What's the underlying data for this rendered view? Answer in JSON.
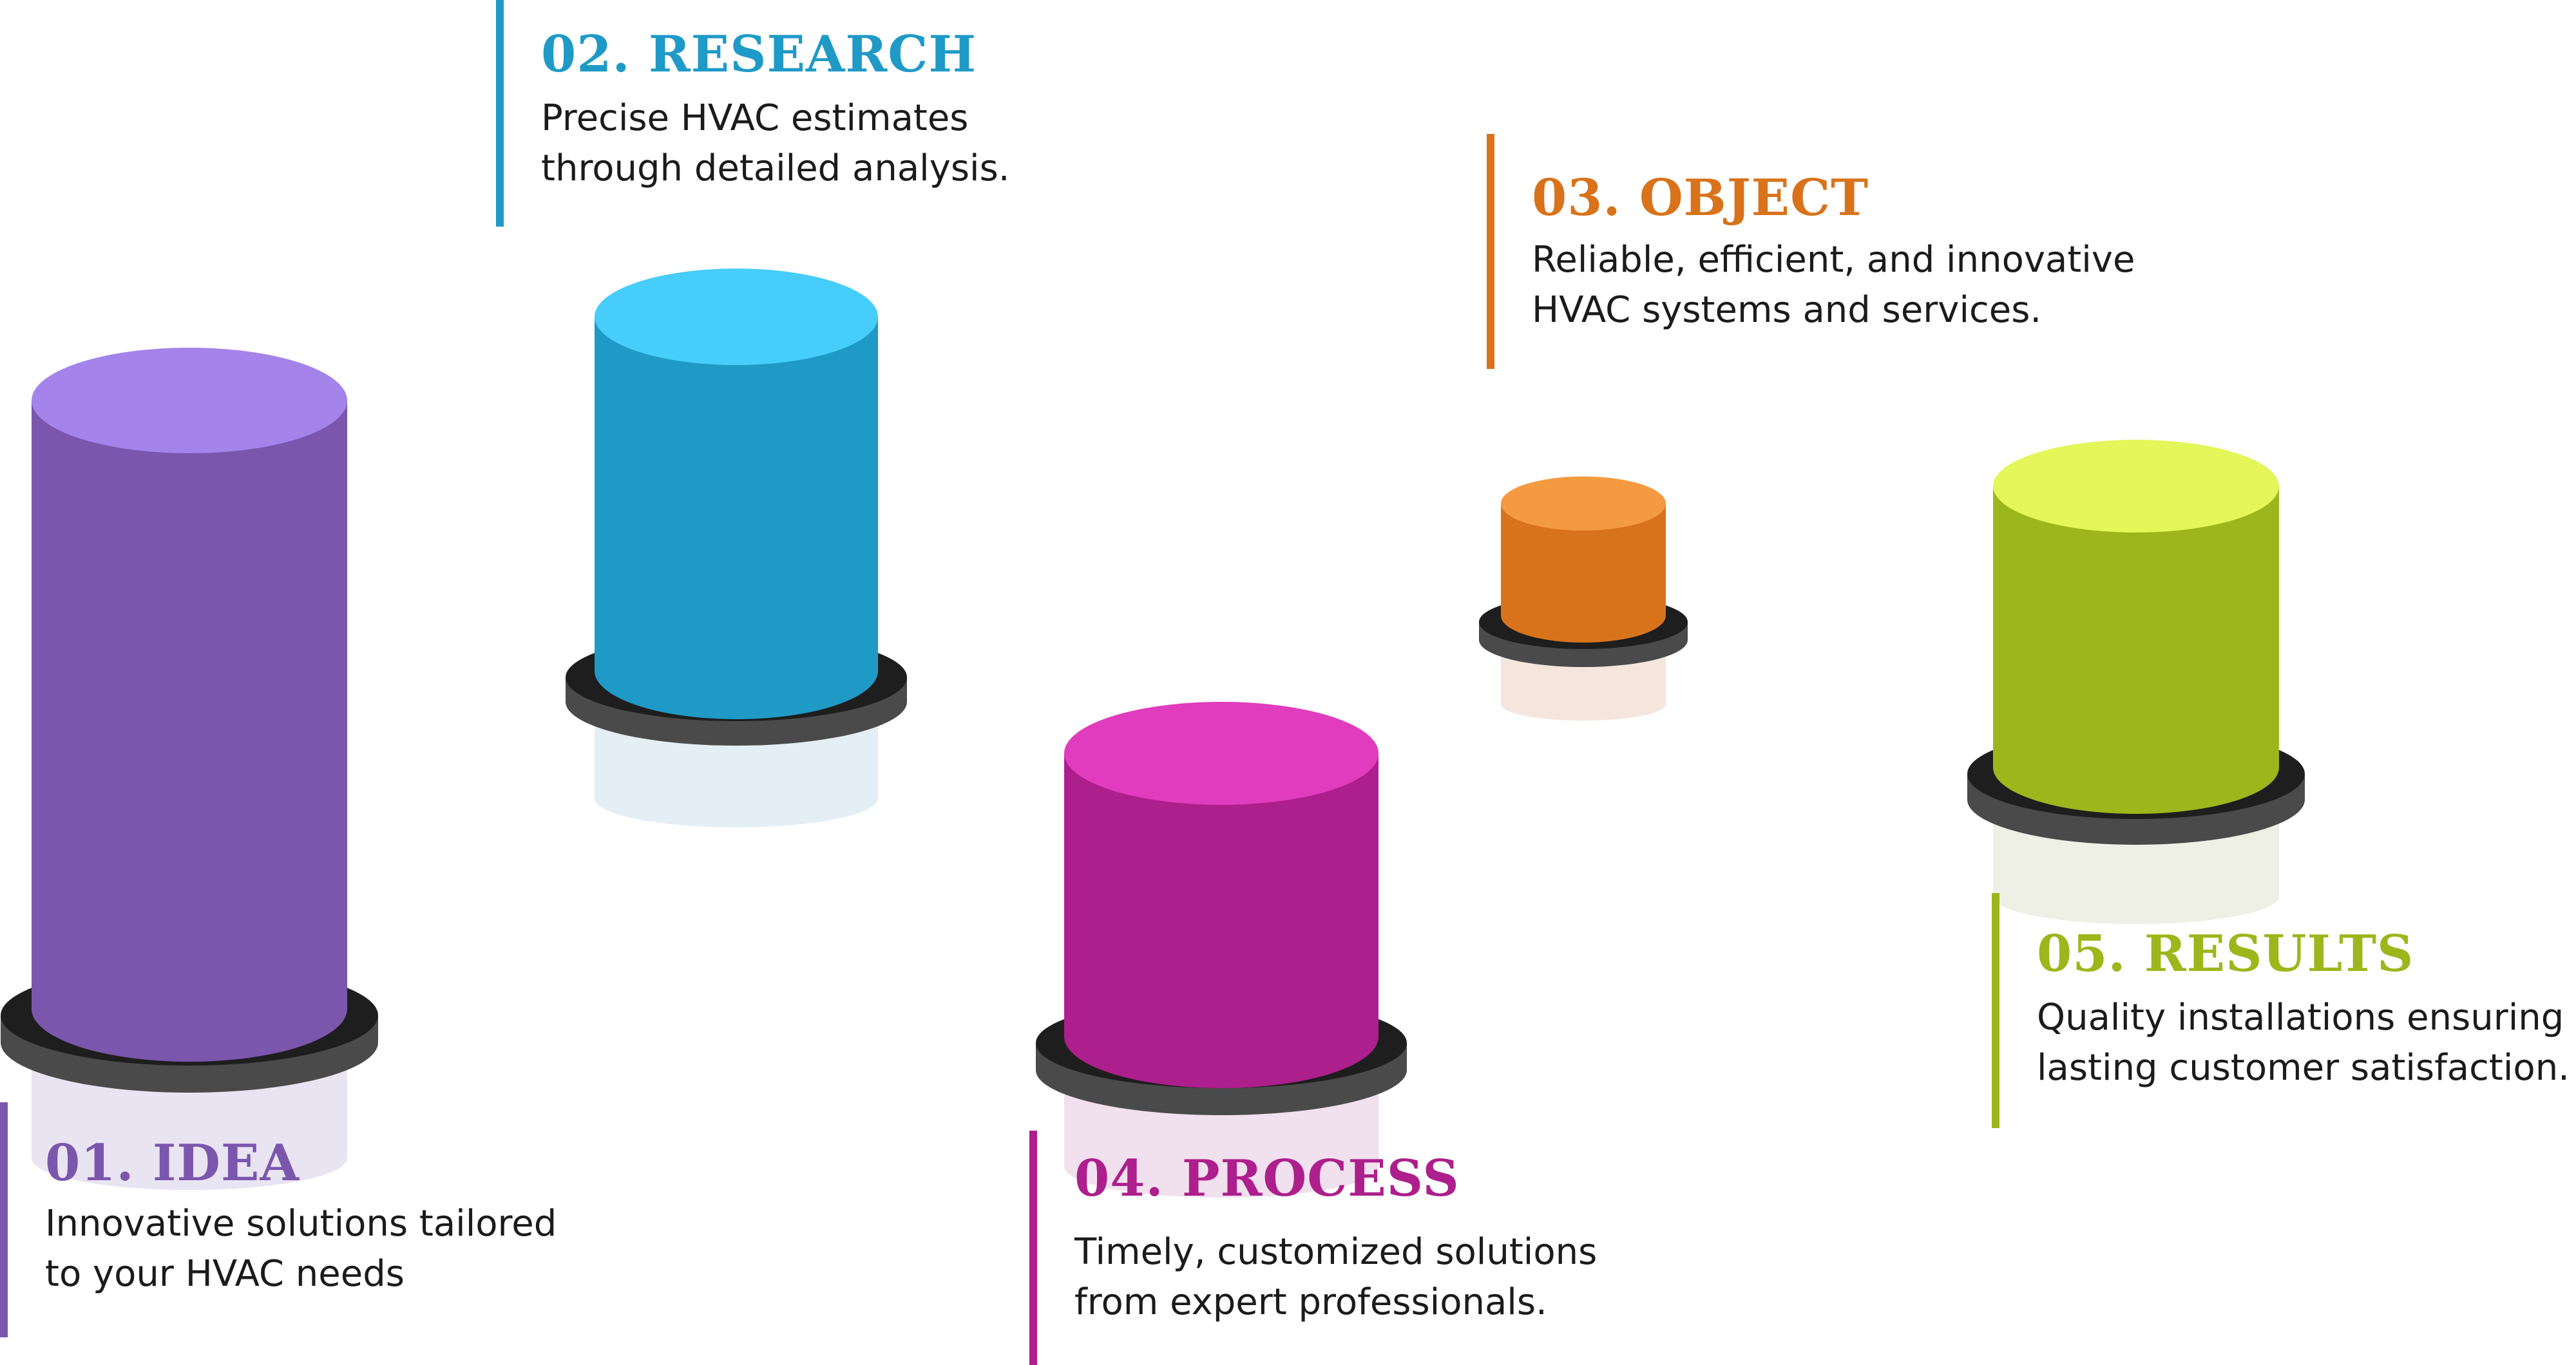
{
  "steps": [
    {
      "number": "01.",
      "name": "IDEA",
      "lines": [
        "Innovative solutions tailored",
        "to your HVAC needs"
      ],
      "color": "#7a56ad",
      "top_color": "#a483ea",
      "shadow_color": "#e9e4f2"
    },
    {
      "number": "02.",
      "name": "RESEARCH",
      "lines": [
        "Precise HVAC estimates",
        "through detailed analysis."
      ],
      "color": "#1f9ac7",
      "top_color": "#47cdfa",
      "shadow_color": "#e3eef5"
    },
    {
      "number": "03.",
      "name": "OBJECT",
      "lines": [
        "Reliable, efficient, and innovative",
        "HVAC systems and services."
      ],
      "color": "#d8731b",
      "top_color": "#f49a41",
      "shadow_color": "#f5e6dd"
    },
    {
      "number": "04.",
      "name": "PROCESS",
      "lines": [
        "Timely, customized solutions",
        "from expert professionals."
      ],
      "color": "#ad1f8c",
      "top_color": "#e13cbd",
      "shadow_color": "#f1e0ee"
    },
    {
      "number": "05.",
      "name": "RESULTS",
      "lines": [
        "Quality installations ensuring",
        "lasting customer satisfaction."
      ],
      "color": "#9db61b",
      "top_color": "#e3f65a",
      "shadow_color": "#eef0e6"
    }
  ],
  "base_colors": {
    "ring_top": "#1e1e1e",
    "ring_side": "#4a4a4a"
  }
}
